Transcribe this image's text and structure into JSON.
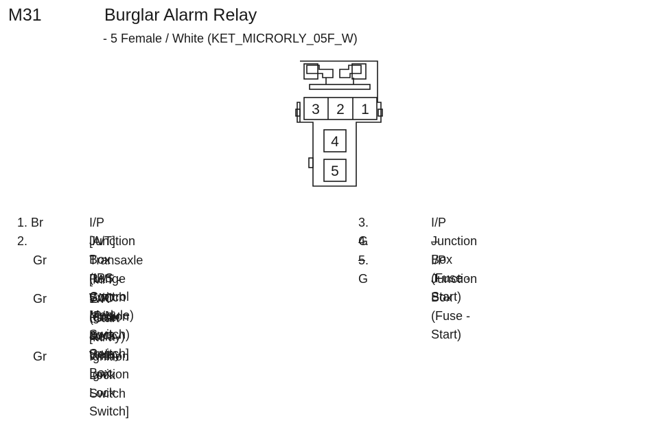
{
  "header": {
    "code": "M31",
    "title": "Burglar Alarm Relay",
    "subtitle": "- 5 Female / White (KET_MICRORLY_05F_W)"
  },
  "connector": {
    "pins": [
      "3",
      "2",
      "1",
      "4",
      "5"
    ]
  },
  "pinout_left": [
    {
      "num": "1. Br",
      "color": "",
      "lines": [
        "I/P Junction Box (IPS Control Module)"
      ]
    },
    {
      "num": "2.",
      "color": "",
      "lines": [
        "[A/T]"
      ]
    },
    {
      "num": "",
      "color": "Gr",
      "lines": [
        "Transaxle Range Switch (P/N Switch)",
        "[M/T - W/O Ignition Lock Switch]"
      ]
    },
    {
      "num": "",
      "color": "Gr",
      "lines": [
        "E/R Fuse & Relay Box",
        "(Start Relay)",
        "[M/T - With Ignition Lock Switch]"
      ]
    },
    {
      "num": "",
      "color": "Gr",
      "lines": [
        "Ignition Lock Switch"
      ]
    }
  ],
  "pinout_right": [
    {
      "num": "3. G",
      "desc": "I/P Junction Box (Fuse - Start)"
    },
    {
      "num": "4. –",
      "desc": "–"
    },
    {
      "num": "5. G",
      "desc": "I/P Junction Box (Fuse - Start)"
    }
  ]
}
